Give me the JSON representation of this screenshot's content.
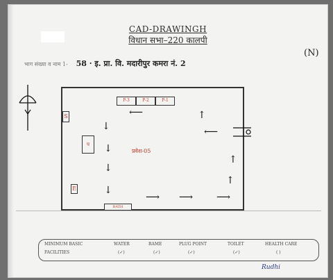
{
  "header": {
    "title": "CAD-DRAWINGH",
    "subtitle": "विधान सभा–220 कालपी"
  },
  "location": {
    "label": "भाग संख्या व नाम 1-",
    "value": "58 · इ. प्रा. वि. मदारीपुर कमरा नं. 2"
  },
  "north_marker": "(N)",
  "plan": {
    "cells_top": [
      "P-3",
      "P-2",
      "P-1"
    ],
    "room_label": "प्रवेश-05",
    "left_box": "प",
    "door_marks": [
      "S",
      "E"
    ],
    "bottom_box": "BATH"
  },
  "facilities": {
    "headers": [
      "MINIMUM BASIC",
      "WATER",
      "RAME",
      "PLUG POINT",
      "TOILET",
      "HEALTH CARE"
    ],
    "row_label": "FACILITIES",
    "values": [
      "(✓)",
      "(✓)",
      "(✓)",
      "(✓)",
      "( )"
    ]
  },
  "signature": "Rudhi"
}
